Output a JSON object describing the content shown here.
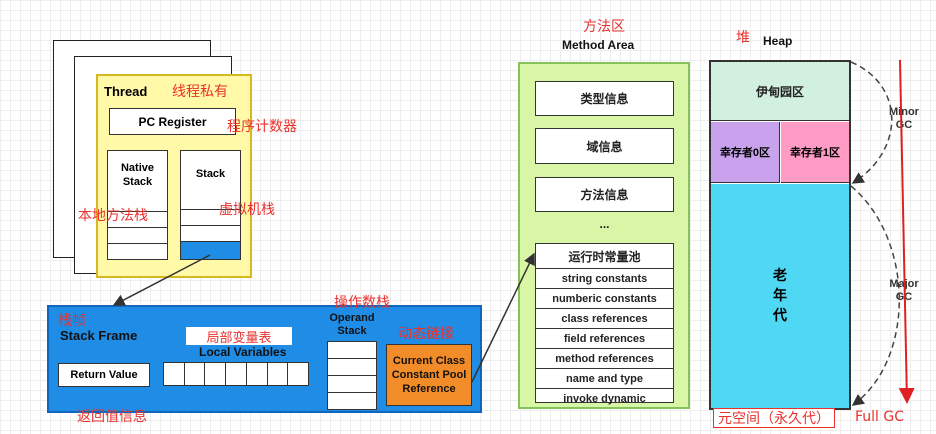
{
  "thread": {
    "title": "Thread",
    "private_note": "线程私有",
    "pc_register": "PC Register",
    "pc_note": "程序计数器",
    "native_stack": "Native\nStack",
    "native_note": "本地方法栈",
    "stack": "Stack",
    "stack_note": "虚拟机栈"
  },
  "frame": {
    "note": "栈帧",
    "title": "Stack Frame",
    "local_vars_cn": "局部变量表",
    "local_vars": "Local Variables",
    "return_value": "Return Value",
    "return_note": "返回值信息",
    "operand_cn": "操作数栈",
    "operand": "Operand\nStack",
    "dynamic_link_cn": "动态链接",
    "cp_ref": "Current Class\nConstant Pool\nReference"
  },
  "method_area": {
    "title_cn": "方法区",
    "title": "Method Area",
    "items": [
      "类型信息",
      "域信息",
      "方法信息",
      "..."
    ],
    "runtime_pool": "运行时常量池",
    "pool_items": [
      "string constants",
      "numberic constants",
      "class references",
      "field references",
      "method references",
      "name and type",
      "invoke dynamic"
    ]
  },
  "heap": {
    "title_cn": "堆",
    "title": "Heap",
    "eden": "伊甸园区",
    "survivor0": "幸存者0区",
    "survivor1": "幸存者1区",
    "old_gen": "老\n年\n代",
    "minor_gc": "Minor\nGC",
    "major_gc": "Major\nGC",
    "metaspace": "元空间（永久代）",
    "full_gc": "Full GC"
  },
  "colors": {
    "thread_fill": "#fff9a8",
    "stack_frame": "#1f8ce6",
    "method_area": "#d9f5a6",
    "eden": "#d2f0df",
    "survivor0": "#c8a2ec",
    "survivor1": "#ff9bc4",
    "old_gen": "#4fd8f4",
    "cp_ref": "#f28c28",
    "annotation_red": "#e8322e"
  }
}
